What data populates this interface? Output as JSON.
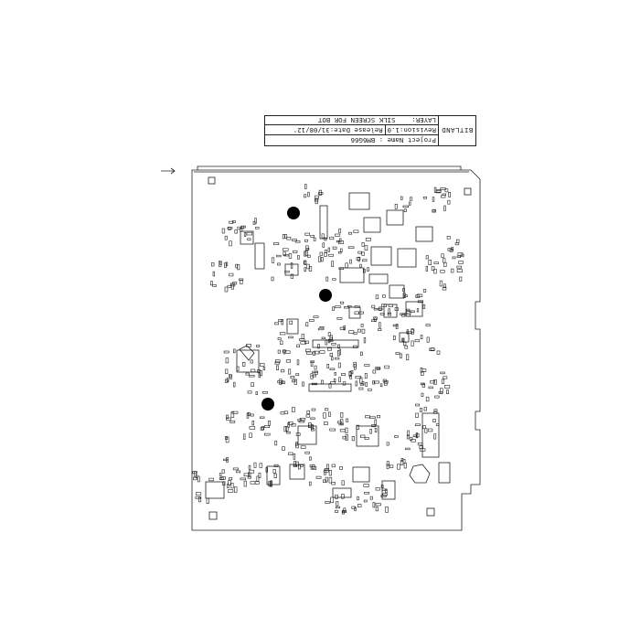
{
  "title_block": {
    "company": "BITLAND",
    "project_name": "Project Name : BM6G66",
    "revision": "Revision:1.0",
    "release_date": "Release Date:31/08/12'",
    "layer_label": "LAYER:",
    "layer_value": "SILK SCREEN FOR BOT"
  },
  "pcb": {
    "line_color": "#222222",
    "via_color": "#000000"
  }
}
